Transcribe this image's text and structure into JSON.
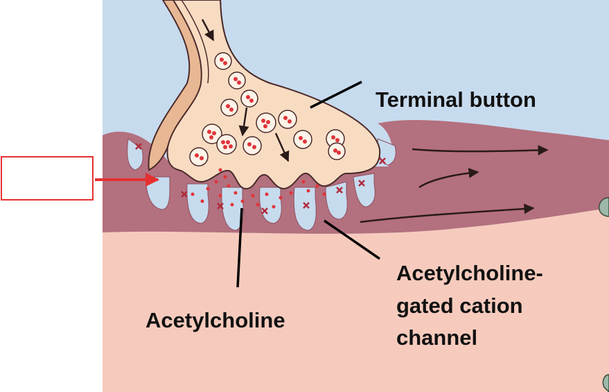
{
  "labels": {
    "terminal_button": "Terminal button",
    "acetylcholine": "Acetylcholine",
    "channel_line1": "Acetylcholine-",
    "channel_line2": "gated cation",
    "channel_line3": "channel"
  },
  "answer_box": {
    "text": ""
  },
  "colors": {
    "background_fluid": "#c7dbee",
    "muscle_fiber": "#f6cbbd",
    "motor_end_plate": "#b3707e",
    "terminal_button": "#f8dcc2",
    "vesicle_dots": "#e0343a",
    "pointer_arrow": "#e53030"
  }
}
